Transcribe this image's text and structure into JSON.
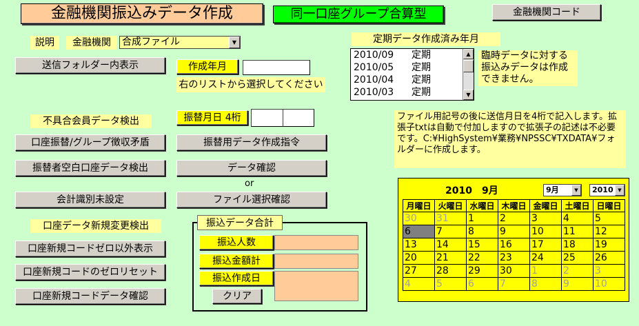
{
  "title": "金融機関振込みデータ作成",
  "subtitle": "同一口座グループ合算型",
  "bank_code_button": "金融機関コード",
  "explain_label": "説明",
  "bank_label": "金融機関",
  "bank_combo_value": "合成ファイル",
  "send_folder_button": "送信フォルダー内表示",
  "create_month_button": "作成年月",
  "create_month_value": "",
  "select_hint": "右のリストから選択してください",
  "periodic_header": "定期データ作成済み年月",
  "periodic_list": [
    {
      "date": "2010/09",
      "type": "定期"
    },
    {
      "date": "2010/05",
      "type": "定期"
    },
    {
      "date": "2010/04",
      "type": "定期"
    },
    {
      "date": "2010/03",
      "type": "定期"
    }
  ],
  "temp_note": "臨時データに対する\n振込みデータは作成\nできません。",
  "defective_header": "不具合会員データ検出",
  "transfer_date_button": "振替月日 4桁",
  "transfer_date_value_1": "",
  "transfer_date_value_2": "",
  "account_group_button": "口座振替/グループ徴収矛盾",
  "transfer_data_instruction_button": "振替用データ作成指令",
  "blank_account_button": "振替者空白口座データ検出",
  "data_check_button": "データ確認",
  "or_label": "or",
  "accounting_button": "会計識別未設定",
  "file_select_button": "ファイル選択確認",
  "file_note": "ファイル用記号の後に送信月日を4桁で記入します。拡張子txtは自動で付加しますので拡張子の記述は不必要です。C:¥HighSystem¥業務¥NPSSC¥TXDATA¥フォルダーに作成します。",
  "new_account_header": "口座データ新規変更検出",
  "new_code_nonzero_button": "口座新規コードゼロ以外表示",
  "new_code_reset_button": "口座新規コードのゼロリセット",
  "new_code_check_button": "口座新規コードデータ確認",
  "group_title": "振込データ合計",
  "transfer_count_button": "振込人数",
  "transfer_amount_button": "振込金額計",
  "transfer_date_created_button": "振込作成日",
  "clear_button": "クリア",
  "calendar": {
    "header": "2010　9月",
    "month_select": "9月",
    "year_select": "2010",
    "weekdays": [
      "月曜日",
      "火曜日",
      "水曜日",
      "木曜日",
      "金曜日",
      "土曜日",
      "日曜日"
    ],
    "weeks": [
      [
        {
          "d": "30",
          "o": true
        },
        {
          "d": "31",
          "o": true
        },
        {
          "d": "1"
        },
        {
          "d": "2"
        },
        {
          "d": "3"
        },
        {
          "d": "4"
        },
        {
          "d": "5"
        }
      ],
      [
        {
          "d": "6",
          "s": true
        },
        {
          "d": "7"
        },
        {
          "d": "8"
        },
        {
          "d": "9"
        },
        {
          "d": "10"
        },
        {
          "d": "11"
        },
        {
          "d": "12"
        }
      ],
      [
        {
          "d": "13"
        },
        {
          "d": "14"
        },
        {
          "d": "15"
        },
        {
          "d": "16"
        },
        {
          "d": "17"
        },
        {
          "d": "18"
        },
        {
          "d": "19"
        }
      ],
      [
        {
          "d": "20"
        },
        {
          "d": "21"
        },
        {
          "d": "22"
        },
        {
          "d": "23"
        },
        {
          "d": "24"
        },
        {
          "d": "25"
        },
        {
          "d": "26"
        }
      ],
      [
        {
          "d": "27"
        },
        {
          "d": "28"
        },
        {
          "d": "29"
        },
        {
          "d": "30"
        },
        {
          "d": "1",
          "o": true
        },
        {
          "d": "2",
          "o": true
        },
        {
          "d": "3",
          "o": true
        }
      ],
      [
        {
          "d": "4",
          "o": true
        },
        {
          "d": "5",
          "o": true
        },
        {
          "d": "6",
          "o": true
        },
        {
          "d": "7",
          "o": true
        },
        {
          "d": "8",
          "o": true
        },
        {
          "d": "9",
          "o": true
        },
        {
          "d": "10",
          "o": true
        }
      ]
    ]
  }
}
